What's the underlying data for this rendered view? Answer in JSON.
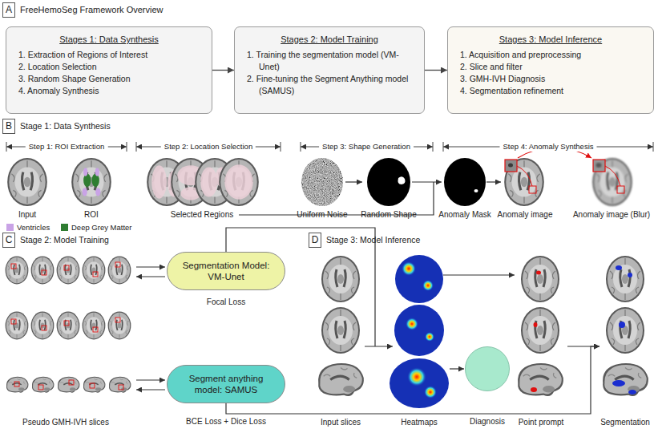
{
  "diagram": {
    "title": "FreeHemoSeg Framework Overview",
    "nodes": [
      {
        "text": [
          "Stages 1: Data Synthesis",
          "1. Extraction of Regions of Interest",
          "2. Location Selection",
          "3. Random Shape Generation",
          "4. Anomaly Synthesis"
        ]
      },
      {
        "text": [
          "Stages 2: Model Training",
          "1. Training the segmentation model (VM-Unet)",
          "2. Fine-tuning the Segment Anything model (SAMUS)"
        ]
      },
      {
        "text": [
          "Stages 3: Model Inference",
          "1. Acquisition and preprocessing",
          "2. Slice and filter",
          "3. GMH-IVH Diagnosis",
          "4. Segmentation refinement"
        ]
      },
      {
        "text": [
          "Segmentation Model: VM-Unet",
          "Focal Loss"
        ]
      },
      {
        "text": [
          "Segment anything model: SAMUS",
          "BCE Loss + Dice Loss"
        ]
      },
      {
        "text": [
          "Diagnosis"
        ]
      }
    ],
    "edges": [
      {
        "from": 0,
        "to": 1,
        "arrow": "to"
      },
      {
        "from": 1,
        "to": 2,
        "arrow": "to"
      }
    ],
    "labels": [
      "A",
      "B",
      "Stage 1: Data Synthesis",
      "Step 1: ROI Extraction",
      "Step 2: Location Selection",
      "Step 3: Shape Generation",
      "Step 4: Anomaly Synthesis",
      "Input",
      "ROI",
      "Selected Regions",
      "Uniform Noise",
      "Random Shape",
      "Anomaly Mask",
      "Anomaly image",
      "Anomaly image (Blur)",
      "C",
      "Stage 2: Model Training",
      "D",
      "Stage 3: Model Inference",
      "Pseudo GMH-IVH slices",
      "Input slices",
      "Heatmaps",
      "Point prompt",
      "Segmentation"
    ],
    "legend": [
      {
        "text": "Ventricles",
        "color": "#c9a3e6"
      },
      {
        "text": "Deep Grey Matter",
        "color": "#2f7d32"
      }
    ]
  }
}
